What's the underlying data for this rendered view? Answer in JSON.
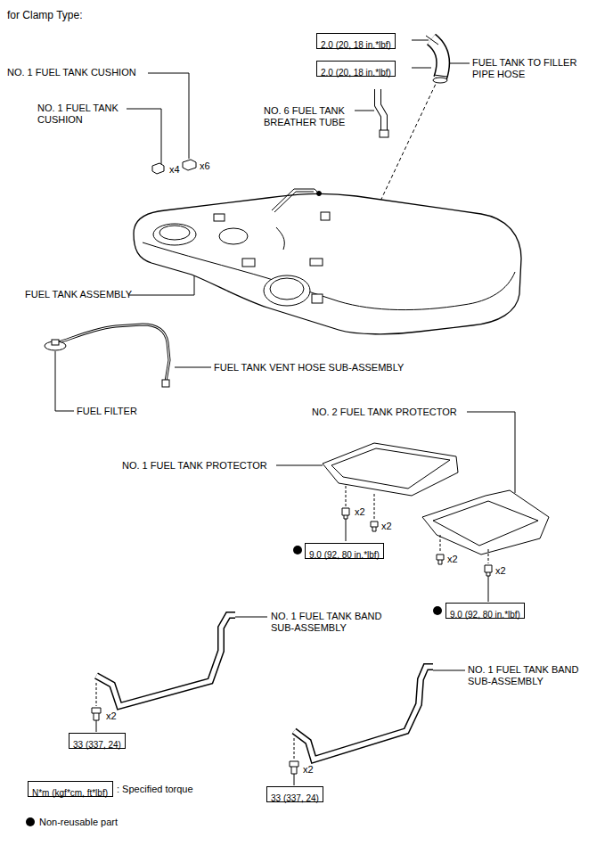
{
  "diagram": {
    "title": "for Clamp Type:",
    "nodes": [
      {
        "text": [
          "2.0 (20, 18 in.*lbf)"
        ]
      },
      {
        "text": [
          "2.0 (20, 18 in.*lbf)"
        ]
      },
      {
        "text": [
          "9.0 (92, 80 in.*lbf)"
        ]
      },
      {
        "text": [
          "9.0 (92, 80 in.*lbf)"
        ]
      },
      {
        "text": [
          "33 (337, 24)"
        ]
      },
      {
        "text": [
          "33 (337, 24)"
        ]
      },
      {
        "text": [
          "N*m (kgf*cm, ft*lbf)"
        ]
      }
    ],
    "labels": [
      "NO. 1 FUEL TANK CUSHION",
      "NO. 1 FUEL TANK CUSHION",
      "x4",
      "x6",
      "NO. 6 FUEL TANK BREATHER TUBE",
      "FUEL TANK TO FILLER PIPE HOSE",
      "FUEL TANK ASSEMBLY",
      "FUEL TANK VENT HOSE SUB-ASSEMBLY",
      "FUEL FILTER",
      "NO. 2 FUEL TANK PROTECTOR",
      "NO. 1 FUEL TANK PROTECTOR",
      "x2",
      "x2",
      "x2",
      "x2",
      "NO. 1 FUEL TANK BAND SUB-ASSEMBLY",
      "NO. 1 FUEL TANK BAND SUB-ASSEMBLY",
      "x2",
      "x2"
    ],
    "legend": [
      {
        "text": ": Specified torque"
      },
      {
        "text": "Non-reusable part"
      }
    ]
  }
}
